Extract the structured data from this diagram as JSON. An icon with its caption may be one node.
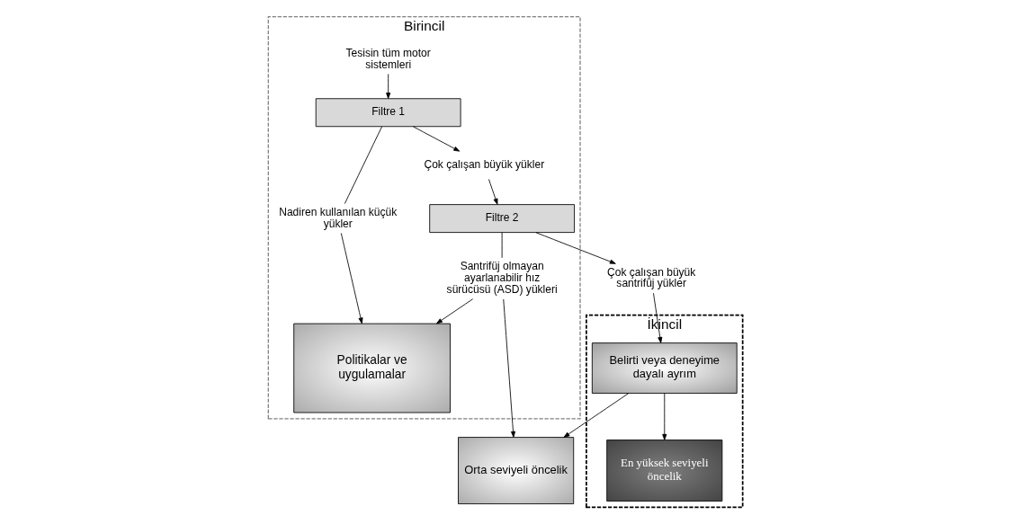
{
  "diagram": {
    "nodes": [
      {
        "text": [
          "Birincil"
        ]
      },
      {
        "text": [
          "Tesisin tüm motor sistemleri"
        ],
        "in": 0
      },
      {
        "text": [
          "Çok çalışan büyük yükler"
        ],
        "in": 0
      },
      {
        "text": [
          "Filtre 1"
        ],
        "in": 0
      },
      {
        "text": [
          "Filtre 2"
        ],
        "in": 0
      },
      {
        "text": [
          "Nadiren kullanılan küçük yükler"
        ],
        "in": 0
      },
      {
        "text": [
          "Santrifüj olmayan ayarlanabilir hız sürücüsü (ASD) yükleri"
        ],
        "in": 0
      },
      {
        "text": [
          "Politikalar ve uygulamalar"
        ],
        "in": 0
      },
      {
        "text": [
          "Orta seviyeli öncelik"
        ]
      },
      {
        "text": [
          "İkincil"
        ]
      },
      {
        "text": [
          "Çok çalışan büyük santrifüj yükler"
        ]
      },
      {
        "text": [
          "Belirti veya deneyime dayalı ayrım"
        ],
        "in": 9
      },
      {
        "text": [
          "En yüksek seviyeli öncelik"
        ],
        "in": 9
      }
    ],
    "edges": [
      {
        "from": 1,
        "to": 3,
        "arrow": "to"
      },
      {
        "from": 3,
        "to": 2,
        "arrow": "to"
      },
      {
        "from": 2,
        "to": 4,
        "arrow": "to"
      },
      {
        "from": 4,
        "to": 10,
        "arrow": "to"
      },
      {
        "from": 3,
        "to": 5,
        "arrow": "none"
      },
      {
        "from": 5,
        "to": 7,
        "arrow": "to"
      },
      {
        "from": 4,
        "to": 6,
        "arrow": "none"
      },
      {
        "from": 6,
        "to": 7,
        "arrow": "to"
      },
      {
        "from": 6,
        "to": 8,
        "arrow": "to"
      },
      {
        "from": 10,
        "to": 11,
        "arrow": "to"
      },
      {
        "from": 11,
        "to": 8,
        "arrow": "to"
      },
      {
        "from": 11,
        "to": 12,
        "arrow": "to"
      }
    ]
  }
}
